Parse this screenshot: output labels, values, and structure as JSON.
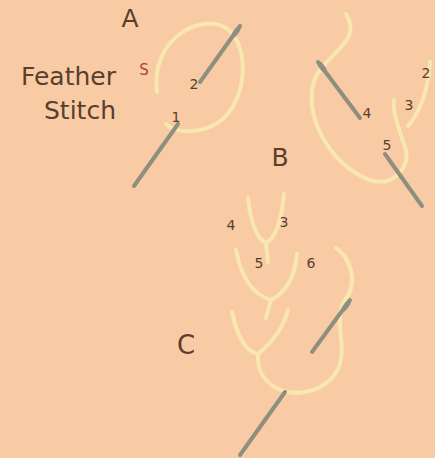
{
  "diagram": {
    "title": "Feather Stitch",
    "labels": [
      "A",
      "S",
      "2",
      "1",
      "B",
      "4",
      "3",
      "2",
      "5",
      "C",
      "4",
      "3",
      "5",
      "6"
    ]
  }
}
